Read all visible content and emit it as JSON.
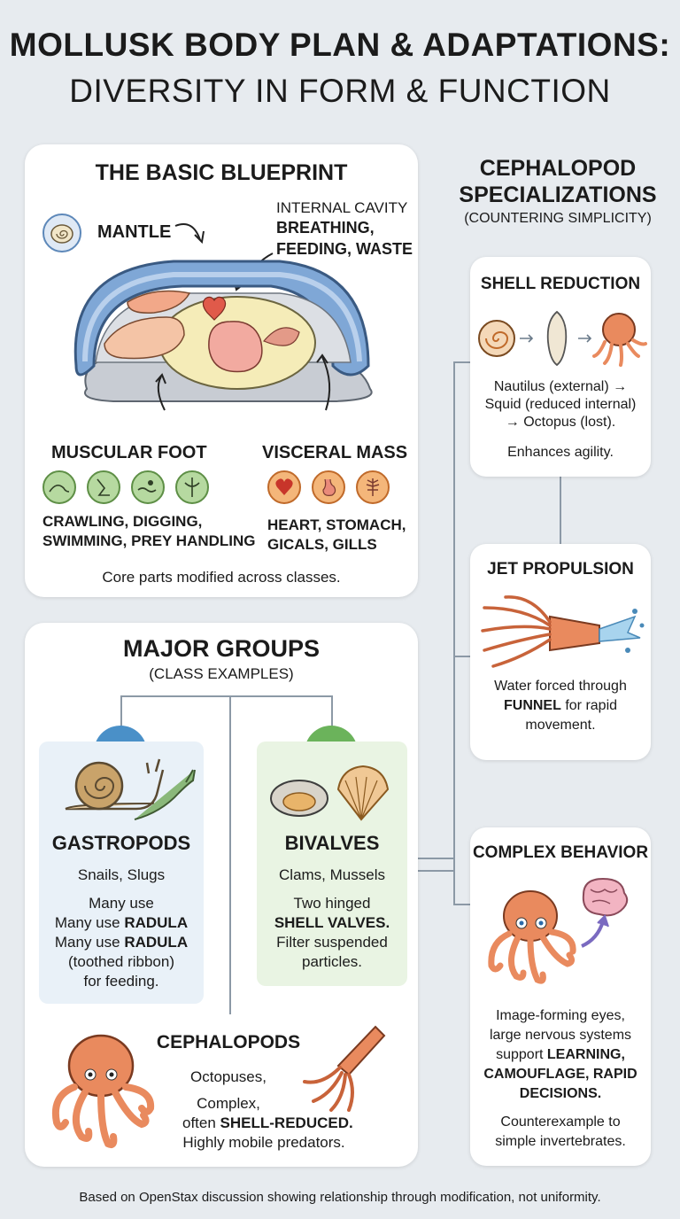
{
  "title": {
    "line1": "MOLLUSK BODY PLAN & ADAPTATIONS:",
    "line2": "DIVERSITY IN FORM & FUNCTION"
  },
  "blueprint": {
    "heading": "THE BASIC BLUEPRINT",
    "mantle": "MANTLE",
    "cavity_line1": "INTERNAL CAVITY",
    "cavity_line2": "BREATHING,",
    "cavity_line3": "FEEDING, WASTE",
    "foot": "MUSCULAR FOOT",
    "foot_desc1": "CRAWLING, DIGGING,",
    "foot_desc2": "SWIMMING, PREY HANDLING",
    "visceral": "VISCERAL MASS",
    "visceral_desc1": "HEART, STOMACH,",
    "visceral_desc2": "GICALS, GILLS",
    "caption": "Core parts modified across classes."
  },
  "groups": {
    "heading": "MAJOR GROUPS",
    "subheading": "(CLASS EXAMPLES)",
    "gastropods": {
      "name": "GASTROPODS",
      "examples": "Snails, Slugs",
      "line1": "Many use",
      "line2a": "Many use ",
      "line2b": "RADULA",
      "line3a": "Many use ",
      "line3b": "RADULA",
      "line4": "(toothed ribbon)",
      "line5": "for feeding."
    },
    "bivalves": {
      "name": "BIVALVES",
      "examples": "Clams, Mussels",
      "line1": "Two hinged",
      "line2": "SHELL VALVES.",
      "line3": "Filter suspended",
      "line4": "particles."
    },
    "cephalopods": {
      "name": "CEPHALOPODS",
      "line1": "Octopuses,",
      "line2": "Complex,",
      "line3a": "often ",
      "line3b": "SHELL-REDUCED.",
      "line4": "Highly mobile predators."
    }
  },
  "specializations": {
    "heading1": "CEPHALOPOD",
    "heading2": "SPECIALIZATIONS",
    "subheading": "(COUNTERING SIMPLICITY)",
    "shell": {
      "title": "SHELL REDUCTION",
      "l1": "Nautilus (external) →",
      "l2": "Squid (reduced internal)",
      "l3": "→ Octopus (lost).",
      "l4": "Enhances agility."
    },
    "jet": {
      "title": "JET PROPULSION",
      "l1": "Water forced through",
      "l2a": "FUNNEL",
      "l2b": " for rapid",
      "l3": "movement."
    },
    "behavior": {
      "title": "COMPLEX BEHAVIOR",
      "l1": "Image-forming eyes,",
      "l2": "large nervous systems",
      "l3a": "support ",
      "l3b": "LEARNING,",
      "l4": "CAMOUFLAGE, RAPID",
      "l5": "DECISIONS.",
      "l6": "Counterexample to",
      "l7": "simple invertebrates."
    }
  },
  "footer": "Based on OpenStax discussion showing relationship through modification, not uniformity.",
  "colors": {
    "background": "#e7ebef",
    "gastro_bg": "#e9f1f8",
    "bivalve_bg": "#e9f4e3",
    "mollusk_orange": "#e98a5e"
  }
}
